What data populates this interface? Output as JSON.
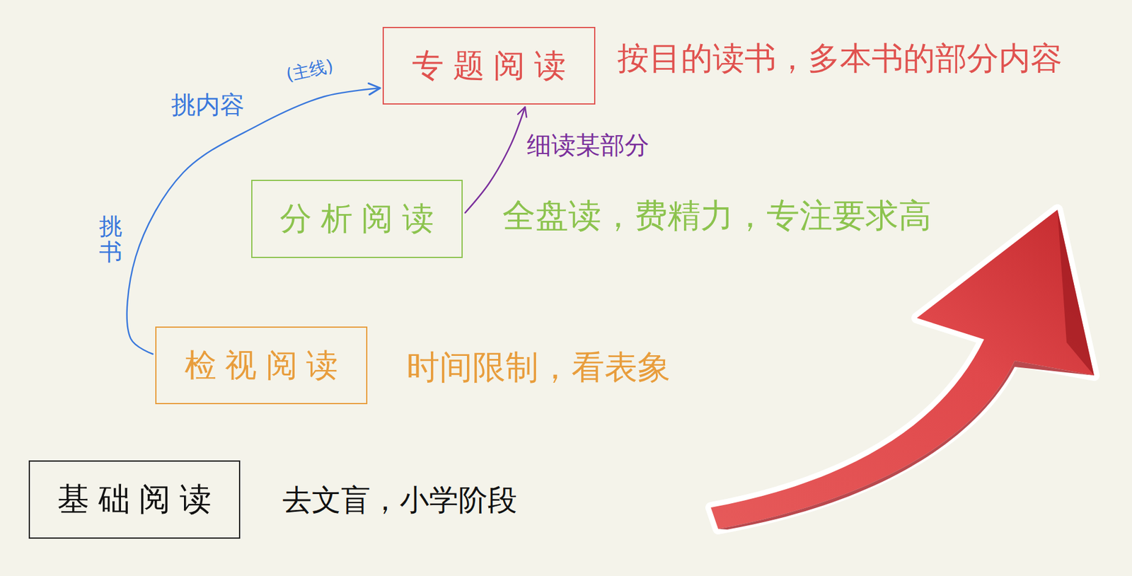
{
  "diagram": {
    "nodes": [
      {
        "text": [
          "专题阅读"
        ]
      },
      {
        "text": [
          "分析阅读"
        ]
      },
      {
        "text": [
          "检视阅读"
        ]
      },
      {
        "text": [
          "基础阅读"
        ]
      }
    ],
    "edges": [
      {
        "from": 2,
        "to": 0,
        "arrow": "to",
        "label": "挑内容"
      },
      {
        "from": 1,
        "to": 0,
        "arrow": "to",
        "label": "细读某部分"
      }
    ],
    "labels": [
      "按目的读书，多本书的部分内容",
      "全盘读，费精力，专注要求高",
      "时间限制，看表象",
      "去文盲，小学阶段",
      "挑书",
      "(主线)"
    ]
  }
}
